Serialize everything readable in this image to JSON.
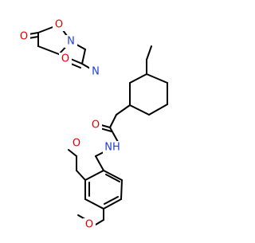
{
  "molecule": {
    "atoms": {
      "o_ring": "O",
      "o_ring_carbonyl": "O",
      "n_oxazolidinone": "N",
      "o_acyl": "O",
      "n_piperidine": "N",
      "o_amide": "O",
      "nh_amide": "NH",
      "o_methoxy_top": "O",
      "o_methoxy_bottom": "O"
    },
    "colors": {
      "carbon_bond": "#000000",
      "oxygen": "#e00000",
      "nitrogen": "#1f3fd6"
    }
  }
}
